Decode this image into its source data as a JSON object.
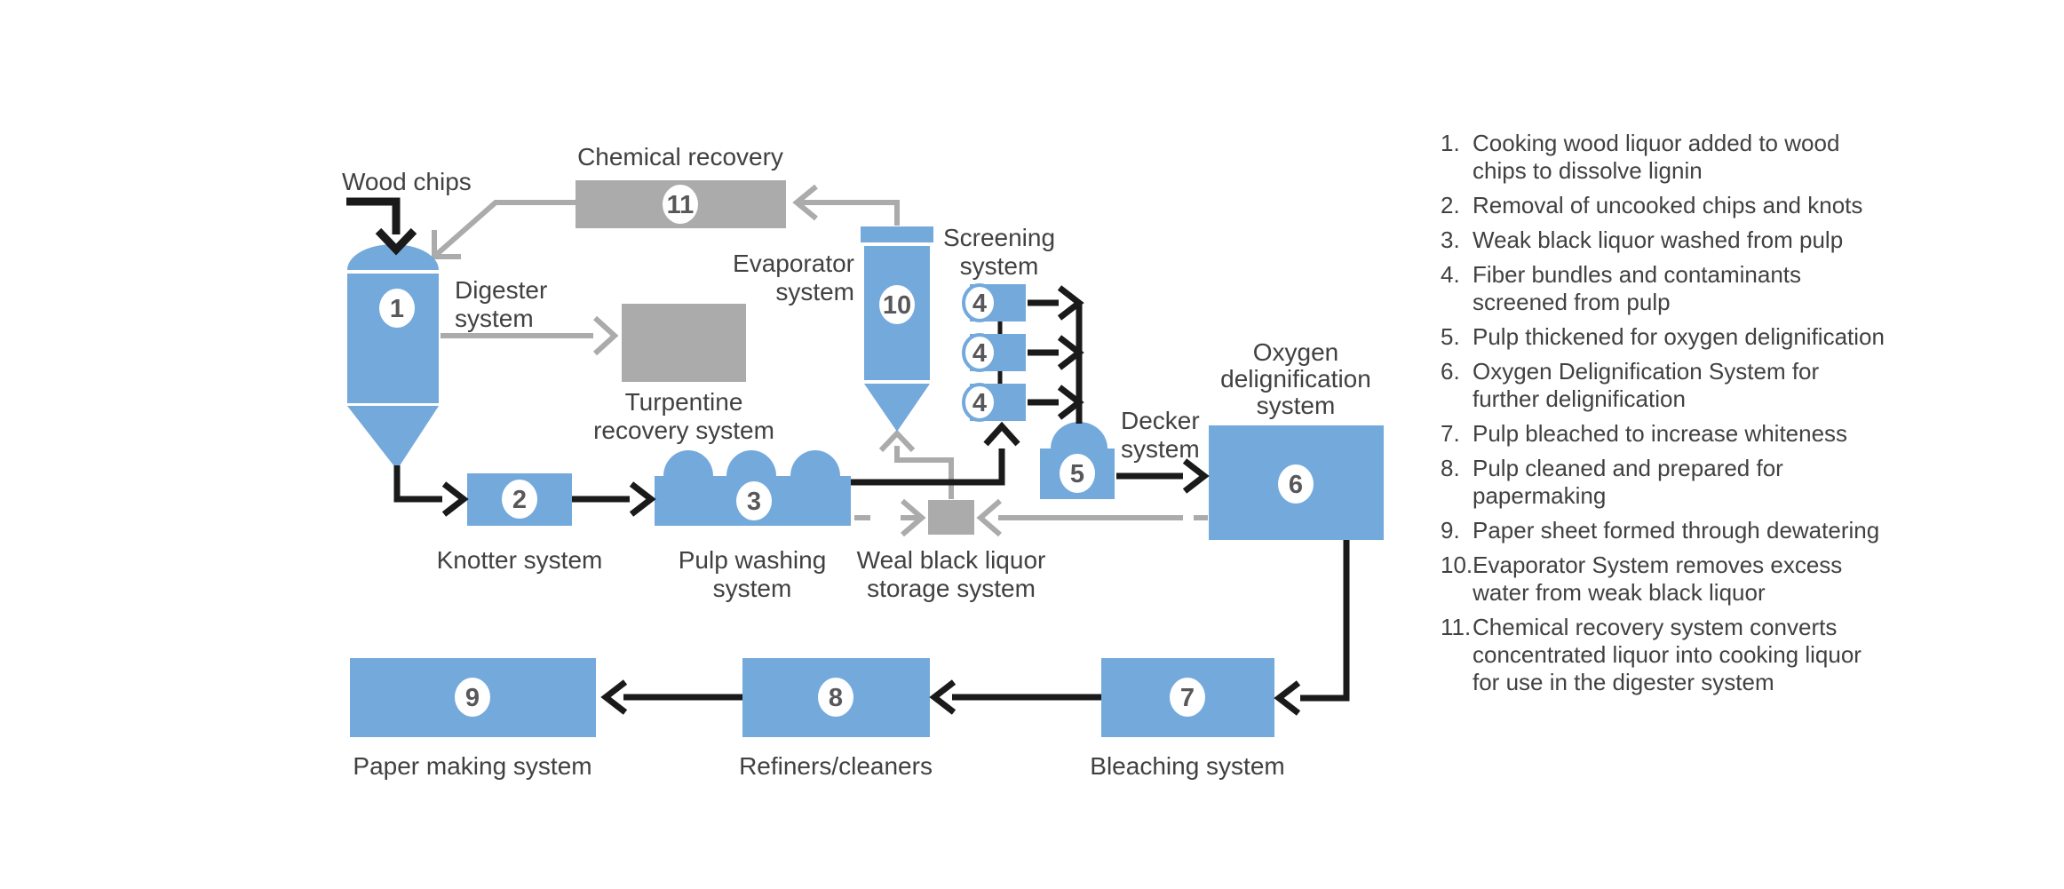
{
  "diagram": {
    "colors": {
      "node_blue": "#74a9dc",
      "node_gray": "#ababab",
      "line_black": "#1a1a1a",
      "line_gray": "#ababab",
      "label_text": "#414042",
      "number_text": "#58585b"
    },
    "nodes": {
      "wood_chips": {
        "label": "Wood chips"
      },
      "digester": {
        "number": "1",
        "label_line1": "Digester",
        "label_line2": "system"
      },
      "knotter": {
        "number": "2",
        "label": "Knotter system"
      },
      "pulp_washing": {
        "number": "3",
        "label_line1": "Pulp washing",
        "label_line2": "system"
      },
      "screening": {
        "number": "4",
        "label_line1": "Screening",
        "label_line2": "system"
      },
      "decker": {
        "number": "5",
        "label_line1": "Decker",
        "label_line2": "system"
      },
      "oxygen_delignification": {
        "number": "6",
        "label_line1": "Oxygen",
        "label_line2": "delignification",
        "label_line3": "system"
      },
      "bleaching": {
        "number": "7",
        "label": "Bleaching system"
      },
      "refiners_cleaners": {
        "number": "8",
        "label": "Refiners/cleaners"
      },
      "paper_making": {
        "number": "9",
        "label": "Paper making system"
      },
      "evaporator": {
        "number": "10",
        "label_line1": "Evaporator",
        "label_line2": "system"
      },
      "chemical_recovery": {
        "number": "11",
        "label": "Chemical recovery"
      },
      "turpentine": {
        "label_line1": "Turpentine",
        "label_line2": "recovery system"
      },
      "weak_black_liquor_storage": {
        "label_line1": "Weal black liquor",
        "label_line2": "storage system"
      }
    }
  },
  "legend": {
    "items": [
      {
        "num": "1.",
        "text": "Cooking wood liquor added to wood chips to dissolve lignin"
      },
      {
        "num": "2.",
        "text": "Removal of uncooked chips and knots"
      },
      {
        "num": "3.",
        "text": "Weak black liquor washed from pulp"
      },
      {
        "num": "4.",
        "text": "Fiber bundles and contaminants screened from pulp"
      },
      {
        "num": "5.",
        "text": "Pulp thickened for oxygen delignification"
      },
      {
        "num": "6.",
        "text": "Oxygen Delignification System for further delignification"
      },
      {
        "num": "7.",
        "text": "Pulp bleached to increase whiteness"
      },
      {
        "num": "8.",
        "text": "Pulp cleaned and prepared for papermaking"
      },
      {
        "num": "9.",
        "text": "Paper sheet formed through dewatering"
      },
      {
        "num": "10.",
        "text": "Evaporator System removes excess water from weak black liquor"
      },
      {
        "num": "11.",
        "text": "Chemical recovery system converts concentrated liquor into cooking liquor for use in the digester system"
      }
    ]
  }
}
